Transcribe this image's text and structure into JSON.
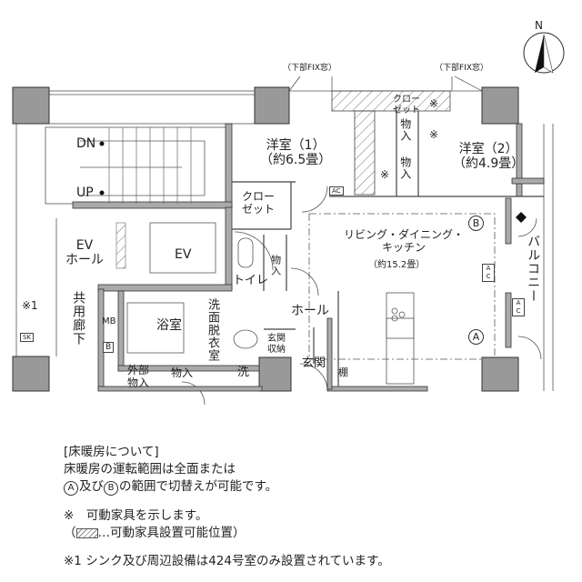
{
  "compass": {
    "label": "N"
  },
  "windows": {
    "fix_left": "（下部FIX窓）",
    "fix_right": "（下部FIX窓）"
  },
  "rooms": {
    "stairs_dn": "DN",
    "stairs_up": "UP",
    "ev_hall": "EV\nホール",
    "ev": "EV",
    "corridor": "共用廊下",
    "sink_note": "※1",
    "sk": "SK",
    "mb": "MB",
    "b": "B",
    "bath": "浴室",
    "washroom": "洗面脱衣室",
    "outer_storage": "外部\n物入",
    "storage_bath": "物入",
    "washer": "洗",
    "toilet": "トイレ",
    "storage_toilet": "物入",
    "closet_mid": "クロー\nゼット",
    "western1": "洋室（1）\n（約6.5畳）",
    "ac1": "AC",
    "closet_top": "クロー\nゼット",
    "star1": "※",
    "storage_a": "物入",
    "storage_b": "物入",
    "star2": "※",
    "star3": "※",
    "western2": "洋室（2）\n（約4.9畳）",
    "ldk": "リビング・ダイニング・\nキッチン",
    "ldk_size": "（約15.2畳）",
    "zone_b": "B",
    "zone_a": "A",
    "ac2": "AC",
    "ac3": "AC",
    "balcony": "バルコニー",
    "hall": "ホール",
    "entry_storage": "玄関\n収納",
    "entrance": "玄関",
    "shelf": "棚"
  },
  "notes": {
    "heading": "[床暖房について]",
    "line1": "床暖房の運転範囲は全面または",
    "line2_a": "A",
    "line2_mid": "及び",
    "line2_b": "B",
    "line2_end": "の範囲で切替えが可能です。",
    "movable": "※　可動家具を示します。",
    "movable_pos_open": "（",
    "movable_pos": "…可動家具設置可能位置）",
    "sink": "※1 シンク及び周辺設備は424号室のみ設置されています。"
  }
}
